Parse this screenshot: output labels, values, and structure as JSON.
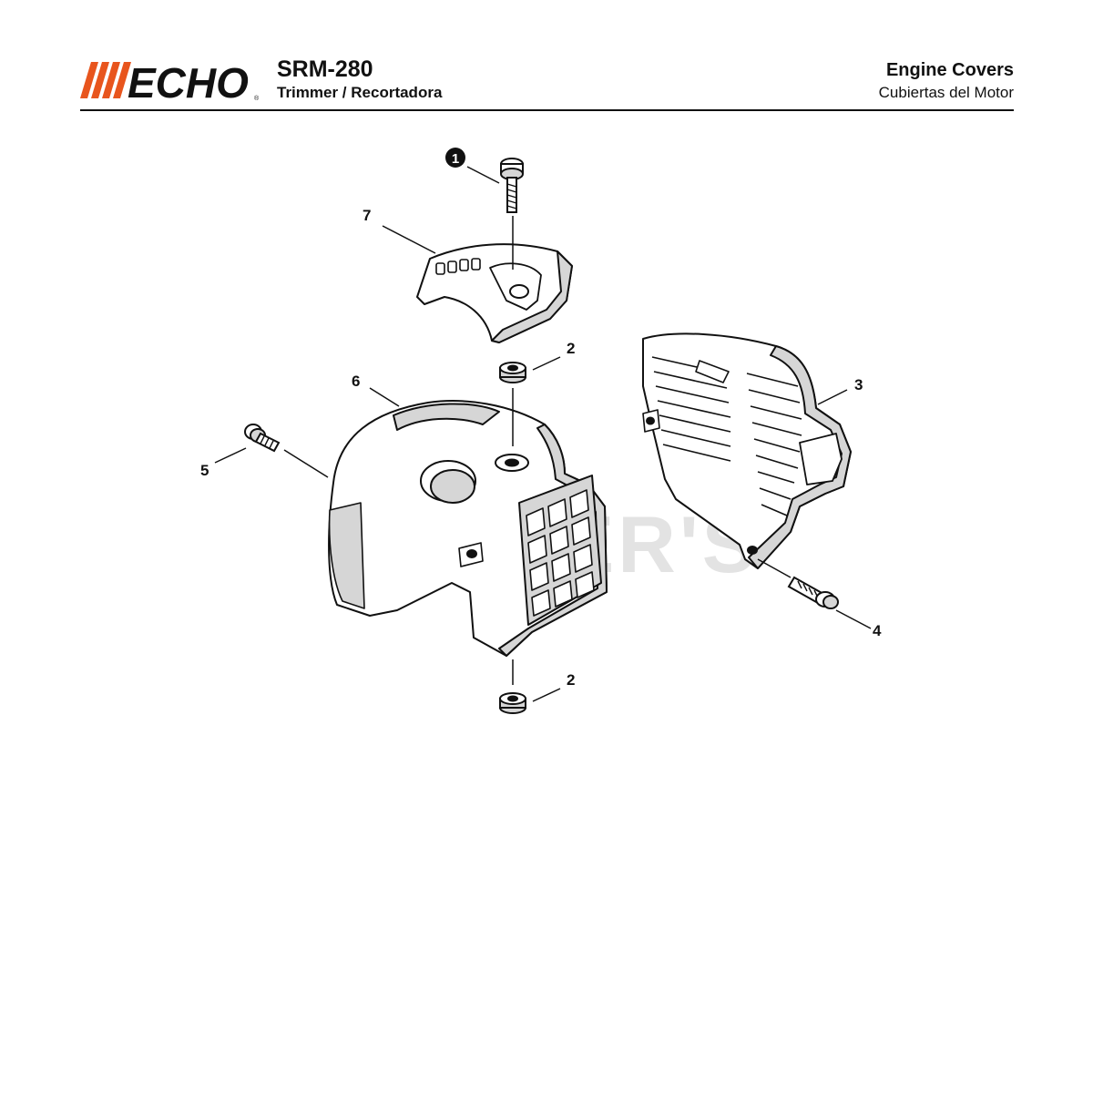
{
  "header": {
    "brand": "ECHO",
    "model": "SRM-280",
    "product": "Trimmer / Recortadora",
    "title_en": "Engine Covers",
    "title_es": "Cubiertas del Motor"
  },
  "watermark": "CUTTER'S",
  "callouts": {
    "c1": "1",
    "c2a": "2",
    "c2b": "2",
    "c3": "3",
    "c4": "4",
    "c5": "5",
    "c6": "6",
    "c7": "7"
  },
  "colors": {
    "brand_orange": "#e8551d",
    "ink": "#111111",
    "part_fill": "#ffffff",
    "shadow_fill": "#d6d6d6",
    "watermark": "#e3e3e3"
  }
}
